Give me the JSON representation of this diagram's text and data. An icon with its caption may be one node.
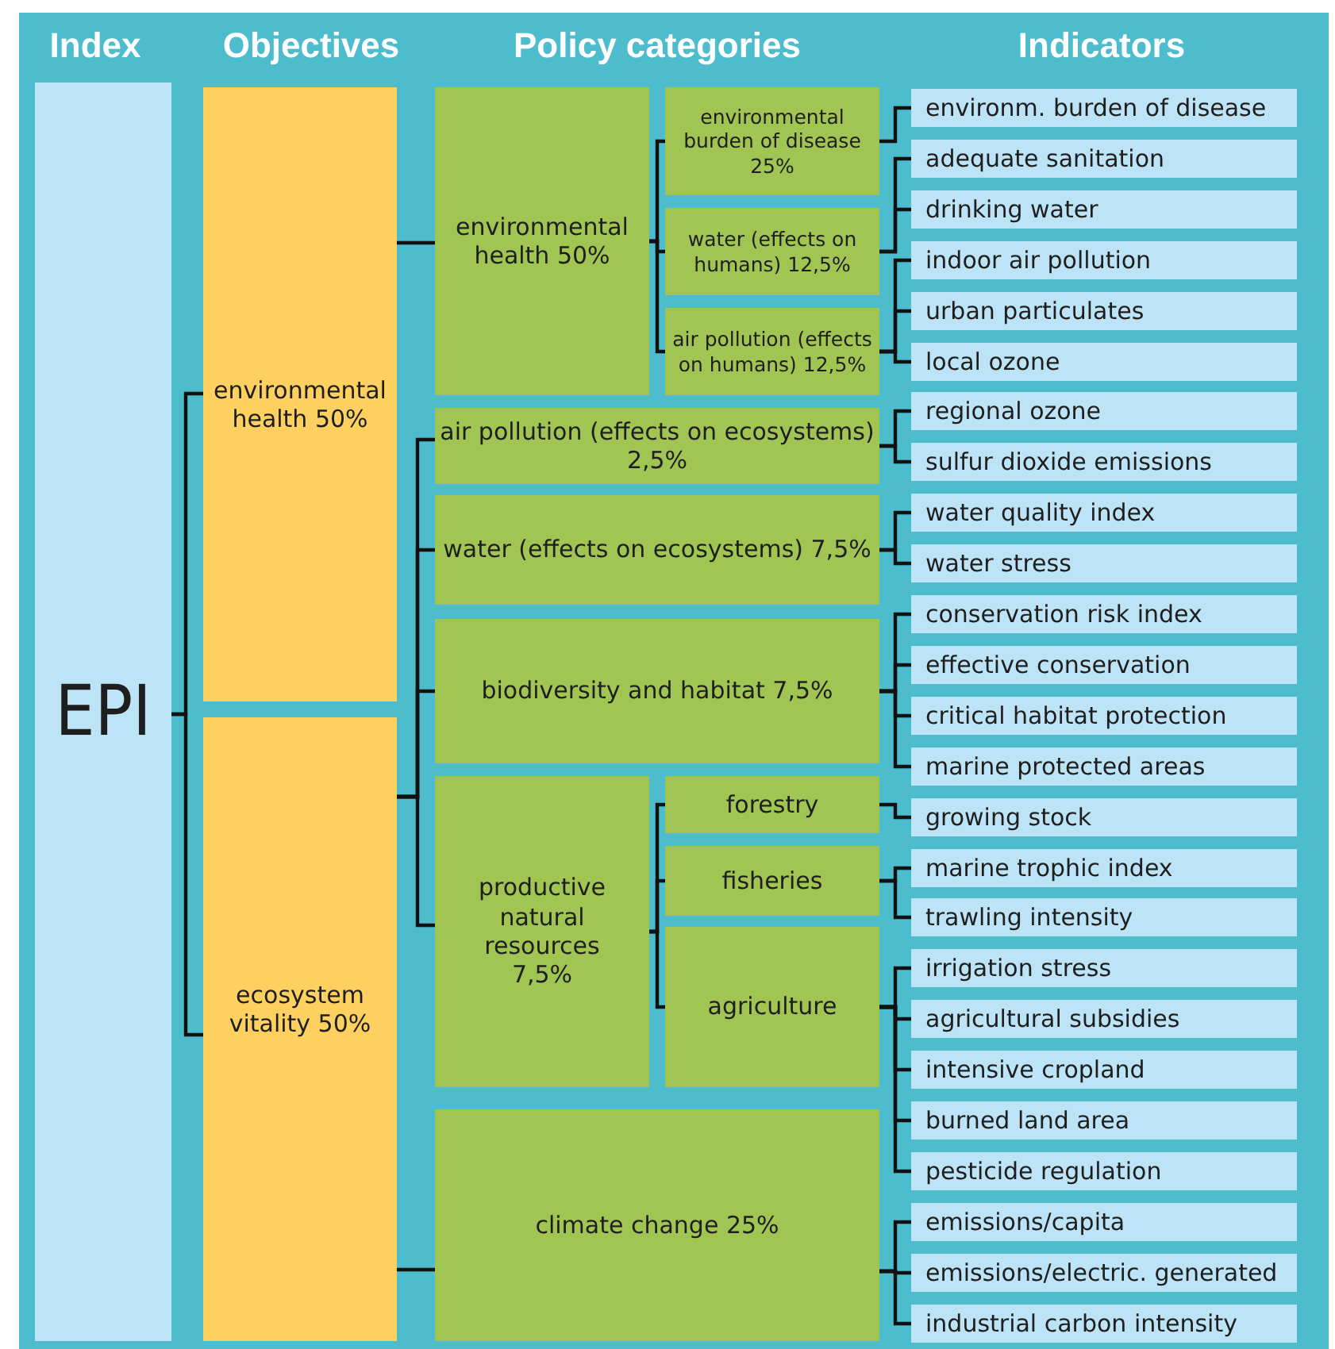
{
  "diagram": {
    "nodes": [
      {
        "text": [
          "EPI"
        ]
      },
      {
        "text": [
          "environmental health 50%"
        ]
      },
      {
        "text": [
          "ecosystem vitality 50%"
        ]
      },
      {
        "text": [
          "environmental health 50%"
        ]
      },
      {
        "text": [
          "environmental burden of disease 25%"
        ]
      },
      {
        "text": [
          "water (effects on humans) 12,5%"
        ]
      },
      {
        "text": [
          "air pollution (effects on humans) 12,5%"
        ]
      },
      {
        "text": [
          "air pollution (effects on ecosystems) 2,5%"
        ]
      },
      {
        "text": [
          "water (effects on ecosystems) 7,5%"
        ]
      },
      {
        "text": [
          "biodiversity and habitat 7,5%"
        ]
      },
      {
        "text": [
          "productive natural resources 7,5%"
        ]
      },
      {
        "text": [
          "forestry"
        ]
      },
      {
        "text": [
          "fisheries"
        ]
      },
      {
        "text": [
          "agriculture"
        ]
      },
      {
        "text": [
          "climate change 25%"
        ]
      },
      {
        "text": [
          "environm. burden of disease"
        ]
      },
      {
        "text": [
          "adequate sanitation"
        ]
      },
      {
        "text": [
          "drinking water"
        ]
      },
      {
        "text": [
          "indoor air pollution"
        ]
      },
      {
        "text": [
          "urban particulates"
        ]
      },
      {
        "text": [
          "local ozone"
        ]
      },
      {
        "text": [
          "regional ozone"
        ]
      },
      {
        "text": [
          "sulfur dioxide emissions"
        ]
      },
      {
        "text": [
          "water quality index"
        ]
      },
      {
        "text": [
          "water stress"
        ]
      },
      {
        "text": [
          "conservation risk index"
        ]
      },
      {
        "text": [
          "effective conservation"
        ]
      },
      {
        "text": [
          "critical habitat protection"
        ]
      },
      {
        "text": [
          "marine protected areas"
        ]
      },
      {
        "text": [
          "growing stock"
        ]
      },
      {
        "text": [
          "marine trophic index"
        ]
      },
      {
        "text": [
          "trawling intensity"
        ]
      },
      {
        "text": [
          "irrigation stress"
        ]
      },
      {
        "text": [
          "agricultural subsidies"
        ]
      },
      {
        "text": [
          "intensive cropland"
        ]
      },
      {
        "text": [
          "burned land area"
        ]
      },
      {
        "text": [
          "pesticide regulation"
        ]
      },
      {
        "text": [
          "emissions/capita"
        ]
      },
      {
        "text": [
          "emissions/electric. generated"
        ]
      },
      {
        "text": [
          "industrial carbon intensity"
        ]
      }
    ],
    "edges": [
      {
        "from": 0,
        "to": 1,
        "arrow": "none"
      },
      {
        "from": 0,
        "to": 2,
        "arrow": "none"
      },
      {
        "from": 1,
        "to": 3,
        "arrow": "none"
      },
      {
        "from": 2,
        "to": 7,
        "arrow": "none"
      },
      {
        "from": 2,
        "to": 8,
        "arrow": "none"
      },
      {
        "from": 2,
        "to": 9,
        "arrow": "none"
      },
      {
        "from": 2,
        "to": 10,
        "arrow": "none"
      },
      {
        "from": 2,
        "to": 14,
        "arrow": "none"
      },
      {
        "from": 3,
        "to": 4,
        "arrow": "none"
      },
      {
        "from": 3,
        "to": 5,
        "arrow": "none"
      },
      {
        "from": 3,
        "to": 6,
        "arrow": "none"
      },
      {
        "from": 10,
        "to": 11,
        "arrow": "none"
      },
      {
        "from": 10,
        "to": 12,
        "arrow": "none"
      },
      {
        "from": 10,
        "to": 13,
        "arrow": "none"
      },
      {
        "from": 4,
        "to": 15,
        "arrow": "none"
      },
      {
        "from": 5,
        "to": 16,
        "arrow": "none"
      },
      {
        "from": 5,
        "to": 17,
        "arrow": "none"
      },
      {
        "from": 6,
        "to": 18,
        "arrow": "none"
      },
      {
        "from": 6,
        "to": 19,
        "arrow": "none"
      },
      {
        "from": 6,
        "to": 20,
        "arrow": "none"
      },
      {
        "from": 7,
        "to": 21,
        "arrow": "none"
      },
      {
        "from": 7,
        "to": 22,
        "arrow": "none"
      },
      {
        "from": 8,
        "to": 23,
        "arrow": "none"
      },
      {
        "from": 8,
        "to": 24,
        "arrow": "none"
      },
      {
        "from": 9,
        "to": 25,
        "arrow": "none"
      },
      {
        "from": 9,
        "to": 26,
        "arrow": "none"
      },
      {
        "from": 9,
        "to": 27,
        "arrow": "none"
      },
      {
        "from": 9,
        "to": 28,
        "arrow": "none"
      },
      {
        "from": 11,
        "to": 29,
        "arrow": "none"
      },
      {
        "from": 12,
        "to": 30,
        "arrow": "none"
      },
      {
        "from": 12,
        "to": 31,
        "arrow": "none"
      },
      {
        "from": 13,
        "to": 32,
        "arrow": "none"
      },
      {
        "from": 13,
        "to": 33,
        "arrow": "none"
      },
      {
        "from": 13,
        "to": 34,
        "arrow": "none"
      },
      {
        "from": 13,
        "to": 35,
        "arrow": "none"
      },
      {
        "from": 13,
        "to": 36,
        "arrow": "none"
      },
      {
        "from": 14,
        "to": 37,
        "arrow": "none"
      },
      {
        "from": 14,
        "to": 38,
        "arrow": "none"
      },
      {
        "from": 14,
        "to": 39,
        "arrow": "none"
      }
    ],
    "labels": [
      "Index",
      "Objectives",
      "Policy categories",
      "Indicators"
    ]
  }
}
